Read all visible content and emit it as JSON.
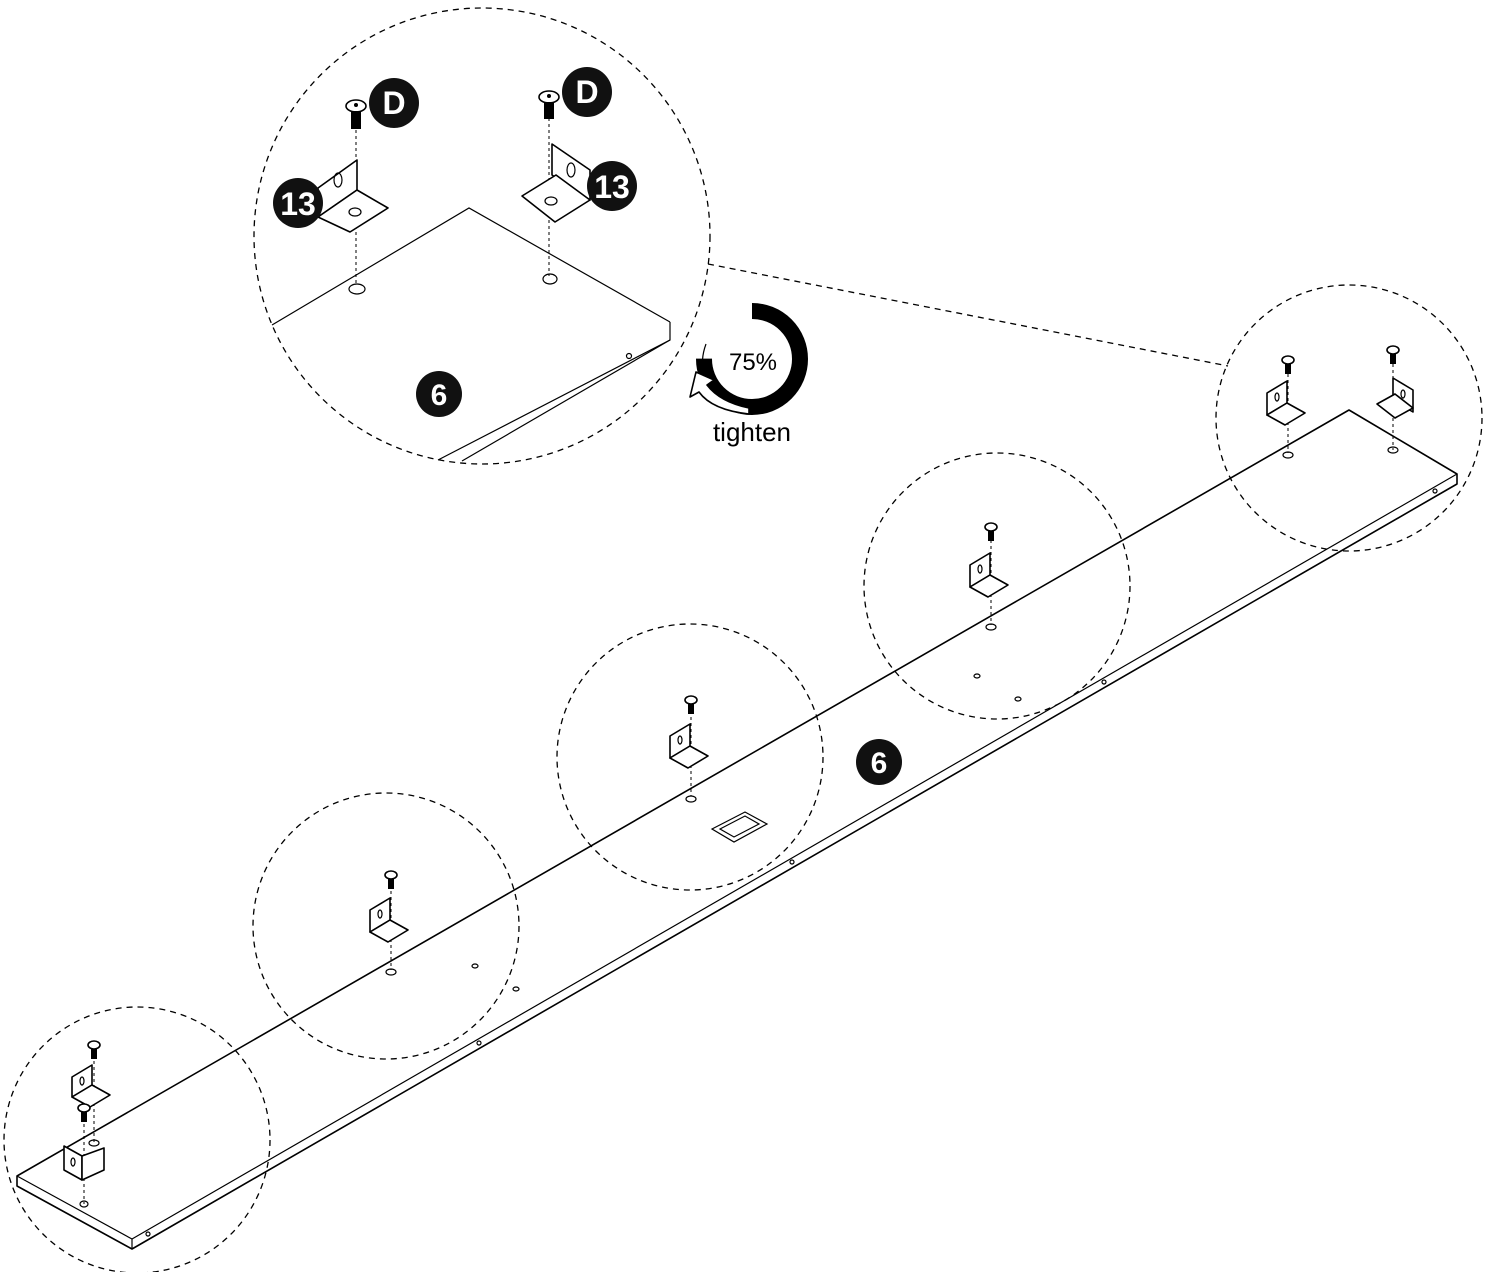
{
  "labels": {
    "fastener_letter": "D",
    "bracket_number": "13",
    "panel_number": "6",
    "torque_percent": "75%",
    "torque_action": "tighten"
  },
  "colors": {
    "ink": "#000000",
    "badge_fill": "#111111",
    "badge_text": "#ffffff"
  },
  "icons": {
    "torque": "rotate-arrow-icon",
    "screw": "screw-icon",
    "bracket": "l-bracket-icon"
  },
  "torque_gauge": {
    "level_fraction": 0.75
  }
}
